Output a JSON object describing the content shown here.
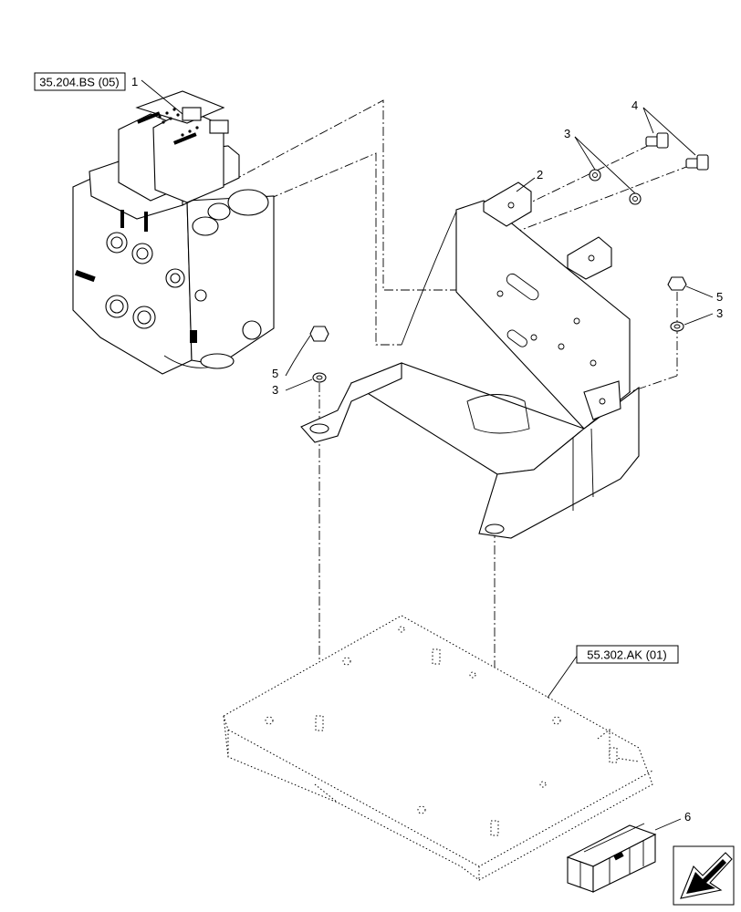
{
  "references": {
    "valve_ref": "35.204.BS (05)",
    "frame_ref": "55.302.AK (01)"
  },
  "callouts": {
    "valve": "1",
    "bracket": "2",
    "washer_top": "3",
    "washer_left": "3",
    "washer_right": "3",
    "screw": "4",
    "nut_left": "5",
    "nut_right": "5",
    "kit": "6"
  },
  "icons": {
    "kit_box": "packaging-crate-icon",
    "navigation": "arrow-down-left-icon"
  }
}
